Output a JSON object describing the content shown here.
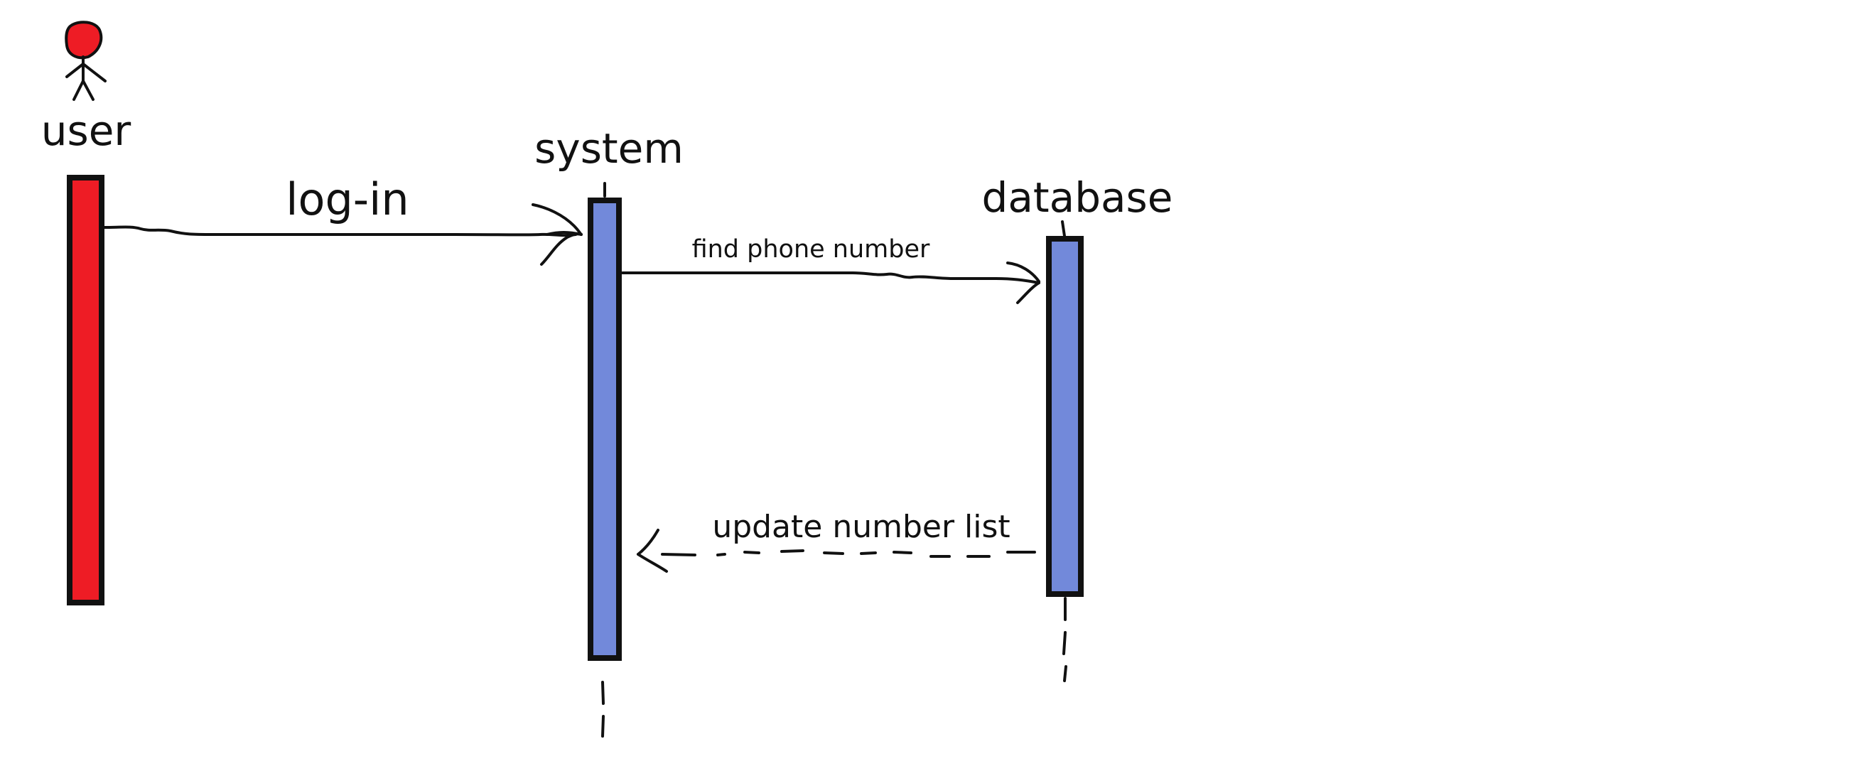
{
  "diagram": {
    "type": "sequence",
    "colors": {
      "actor_fill": "#ee1c25",
      "object_fill": "#7289da",
      "ink": "#111111",
      "background": "#ffffff"
    },
    "participants": [
      {
        "id": "user",
        "label": "user",
        "kind": "actor",
        "icon": "stick-figure-icon",
        "color": "#ee1c25"
      },
      {
        "id": "system",
        "label": "system",
        "kind": "object",
        "color": "#7289da"
      },
      {
        "id": "database",
        "label": "database",
        "kind": "object",
        "color": "#7289da"
      }
    ],
    "messages": [
      {
        "from": "user",
        "to": "system",
        "label": "log-in",
        "style": "solid"
      },
      {
        "from": "system",
        "to": "database",
        "label": "find phone number",
        "style": "solid"
      },
      {
        "from": "database",
        "to": "system",
        "label": "update number list",
        "style": "dashed"
      }
    ]
  }
}
